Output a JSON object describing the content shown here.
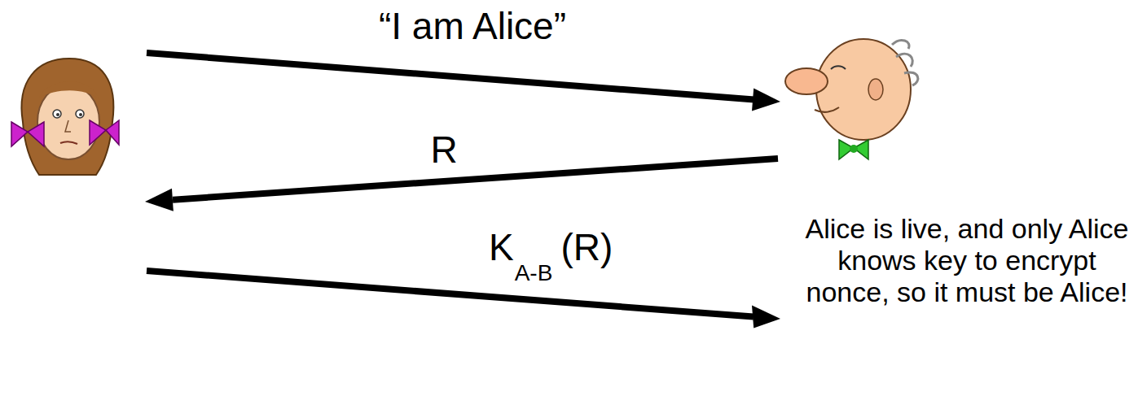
{
  "diagram": {
    "labels": [
      "“I am Alice”",
      "R",
      "K",
      "A-B",
      "(R)",
      "Alice is live, and only Alice knows key to encrypt nonce, so it must be Alice!"
    ]
  }
}
